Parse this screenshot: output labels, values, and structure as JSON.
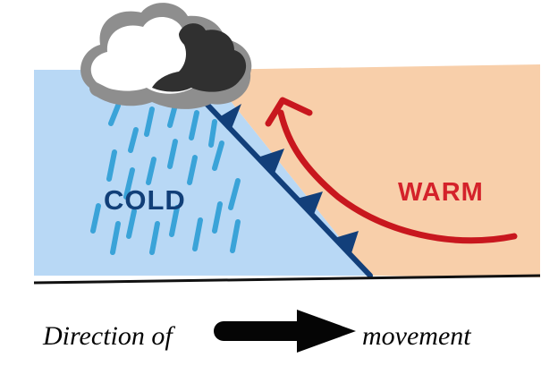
{
  "diagram": {
    "labels": {
      "cold": "COLD",
      "warm": "WARM",
      "direction_prefix": "Direction of",
      "direction_suffix": "movement"
    },
    "colors": {
      "cold_air": "#b8d8f5",
      "warm_air": "#f8cfaa",
      "front_line": "#123f7a",
      "cold_text": "#113f78",
      "warm_text": "#d4222a",
      "warm_arrow": "#c8171e",
      "rain": "#3aa3d8",
      "cloud_white": "#ffffff",
      "cloud_gray": "#8e8e8e",
      "cloud_dark": "#303030",
      "ground_line": "#111111",
      "direction_arrow": "#050505"
    },
    "icons": {
      "cloud": "rain-cloud-icon",
      "rain": "rain-streaks-icon",
      "front": "cold-front-symbol-icon",
      "warm_air_motion": "curved-up-arrow-icon",
      "movement": "right-arrow-icon"
    }
  }
}
